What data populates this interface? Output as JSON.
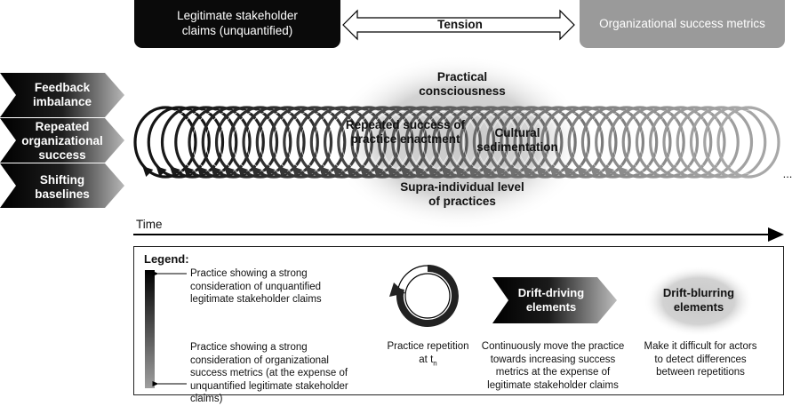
{
  "top": {
    "left_box": "Legitimate stakeholder claims (unquantified)",
    "tension": "Tension",
    "right_box": "Organizational success metrics"
  },
  "drivers": [
    "Feedback imbalance",
    "Repeated organizational success",
    "Shifting baselines"
  ],
  "blur": {
    "top": "Practical consciousness",
    "mid_left": "Repeated success of practice enactment",
    "mid_right": "Cultural sedimentation",
    "bottom": "Supra-individual level of practices"
  },
  "ellipsis": "...",
  "time_label": "Time",
  "legend": {
    "title": "Legend:",
    "gradient_top": "Practice showing a strong consideration of unquantified legitimate stakeholder claims",
    "gradient_bottom": "Practice showing a strong consideration of organizational success metrics (at the expense of unquantified legitimate stakeholder claims)",
    "circle_caption": "Practice repetition at t",
    "circle_caption_sub": "n",
    "drift_driving_label": "Drift-driving elements",
    "drift_driving_desc": "Continuously move the practice towards increasing success metrics at the expense of legitimate stakeholder claims",
    "drift_blurring_label": "Drift-blurring elements",
    "drift_blurring_desc": "Make it difficult for actors to detect differences between repetitions"
  },
  "colors": {
    "left_box": "#0a0a0a",
    "right_box": "#9a9a9a",
    "blur_cloud": "#c8c8c8"
  }
}
